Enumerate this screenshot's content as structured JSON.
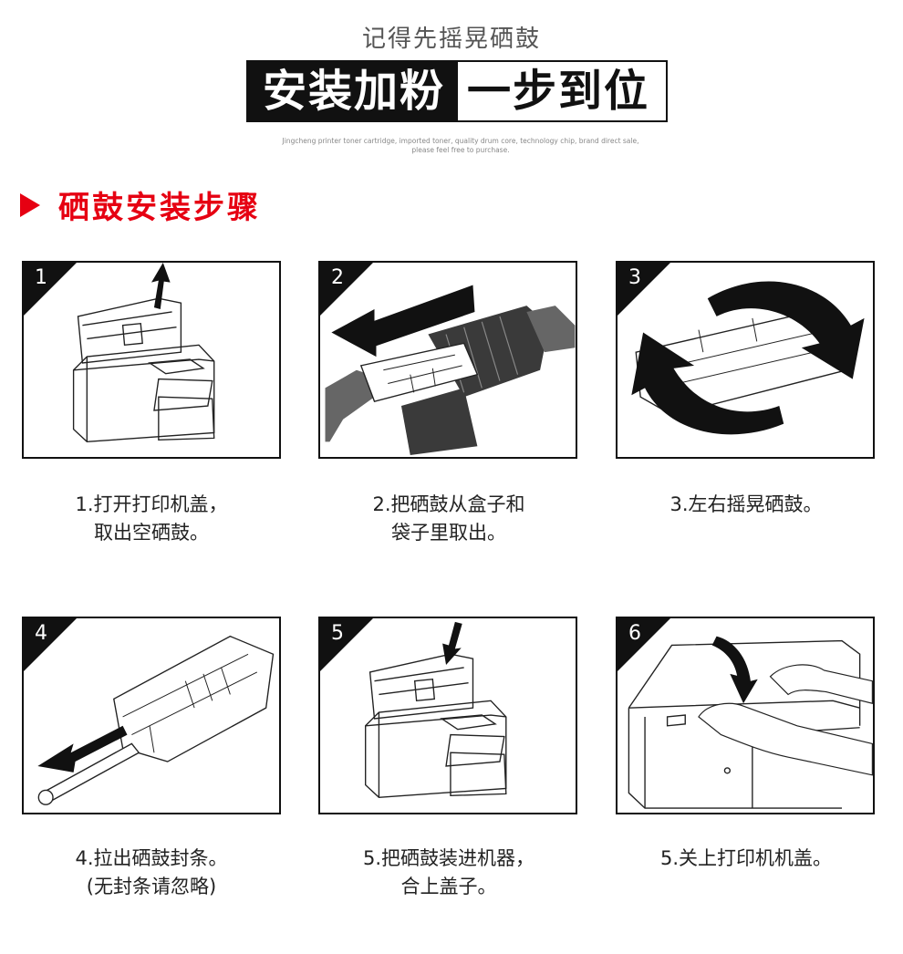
{
  "header": {
    "subtitle": "记得先摇晃硒鼓",
    "banner_left": "安装加粉",
    "banner_right": "一步到位",
    "small_text_line1": "Jingcheng printer toner cartridge, imported toner, quality drum core, technology chip, brand direct sale,",
    "small_text_line2": "please feel free to purchase."
  },
  "section": {
    "title": "硒鼓安装步骤"
  },
  "colors": {
    "accent": "#e60012",
    "ink": "#111111"
  },
  "steps": [
    {
      "num": "1",
      "caption_line1": "1.打开打印机盖，",
      "caption_line2": "取出空硒鼓。",
      "icon": "printer-open-lift-icon"
    },
    {
      "num": "2",
      "caption_line1": "2.把硒鼓从盒子和",
      "caption_line2": "袋子里取出。",
      "icon": "unbox-cartridge-icon"
    },
    {
      "num": "3",
      "caption_line1": "3.左右摇晃硒鼓。",
      "caption_line2": "",
      "icon": "shake-cartridge-icon"
    },
    {
      "num": "4",
      "caption_line1": "4.拉出硒鼓封条。",
      "caption_line2": "(无封条请忽略)",
      "icon": "pull-seal-icon"
    },
    {
      "num": "5",
      "caption_line1": "5.把硒鼓装进机器，",
      "caption_line2": "合上盖子。",
      "icon": "insert-cartridge-icon"
    },
    {
      "num": "6",
      "caption_line1": "5.关上打印机机盖。",
      "caption_line2": "",
      "icon": "close-lid-icon"
    }
  ]
}
